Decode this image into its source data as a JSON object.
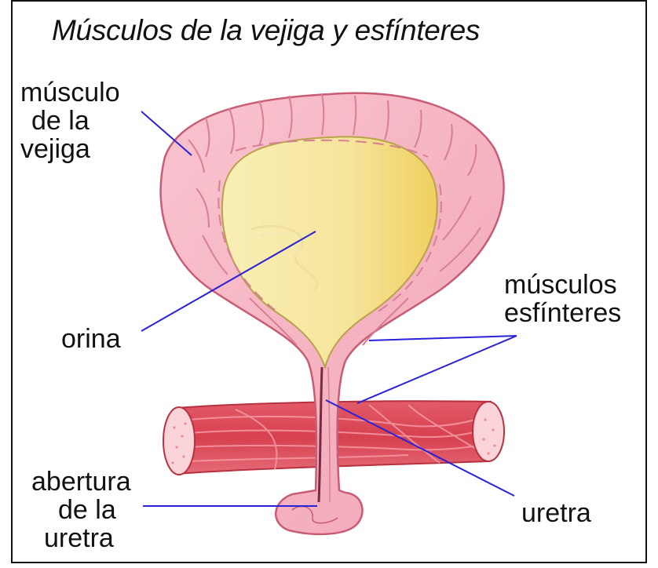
{
  "title": "Músculos de la vejiga y esfínteres",
  "labels": {
    "bladder_muscle": [
      "músculo",
      "de la",
      "vejiga"
    ],
    "urine": [
      "orina"
    ],
    "sphincters": [
      "músculos",
      "esfínteres"
    ],
    "urethra": [
      "uretra"
    ],
    "urethral_opening": [
      "abertura",
      "de la",
      "uretra"
    ]
  },
  "colors": {
    "bladder_wall": "#f6b7c4",
    "urine": "#f5e6a0",
    "muscle_band": "#d94a5a",
    "leader_line": "#2a22d6"
  }
}
